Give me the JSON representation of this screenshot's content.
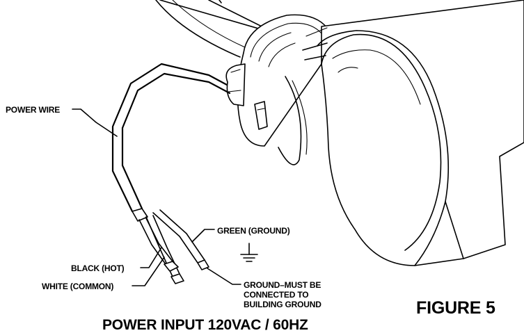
{
  "labels": {
    "power_wire": "POWER WIRE",
    "green_ground": "GREEN (GROUND)",
    "black_hot": "BLACK (HOT)",
    "white_common": "WHITE (COMMON)",
    "ground_note_line1": "GROUND–MUST BE",
    "ground_note_line2": "CONNECTED TO",
    "ground_note_line3": "BUILDING GROUND",
    "figure": "FIGURE 5",
    "power_input": "POWER INPUT 120VAC / 60HZ"
  }
}
